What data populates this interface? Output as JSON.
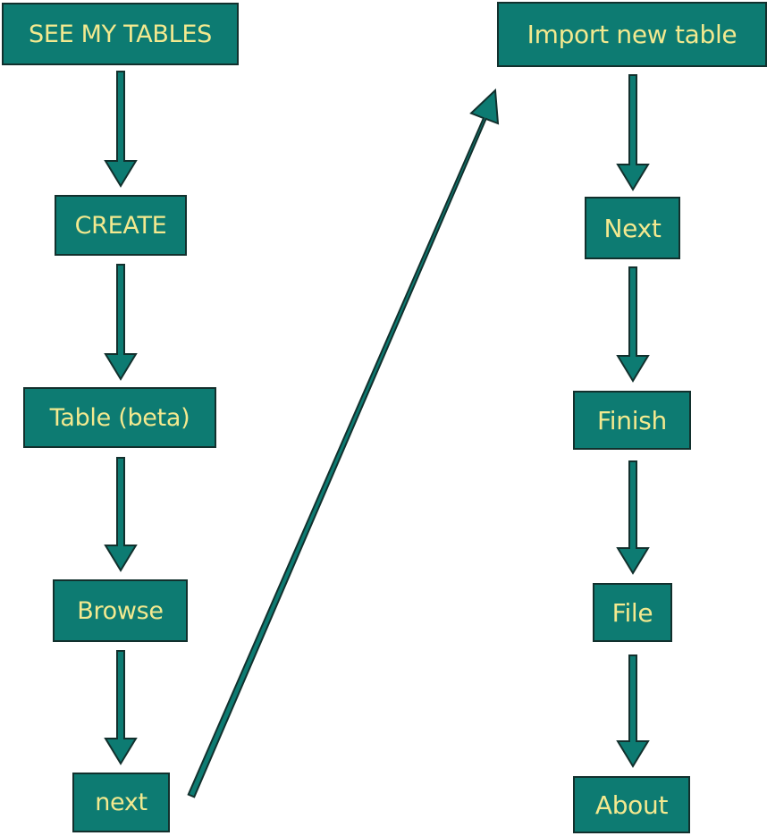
{
  "colors": {
    "box_fill": "#0d7b72",
    "box_border": "#12302d",
    "text": "#f3e98f",
    "arrow_fill": "#0d7b72",
    "arrow_stroke": "#12302d",
    "background": "#ffffff"
  },
  "left_column": {
    "steps": [
      "SEE MY TABLES",
      "CREATE",
      "Table (beta)",
      "Browse",
      "next"
    ]
  },
  "right_column": {
    "steps": [
      "Import new table",
      "Next",
      "Finish",
      "File",
      "About"
    ]
  }
}
